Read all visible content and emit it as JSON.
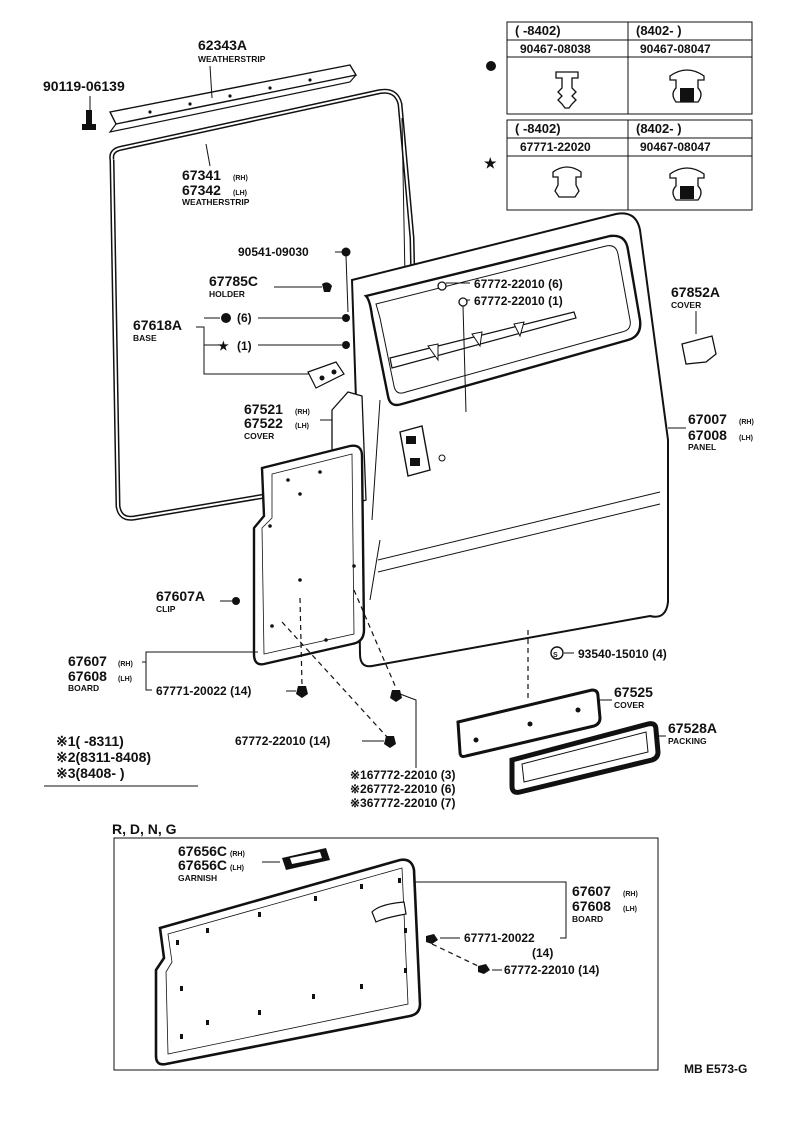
{
  "diagram": {
    "code": "MB E573-G",
    "variant_section": "R, D, N, G",
    "table_top": {
      "headers": [
        "(      -8402)",
        "(8402-        )"
      ],
      "parts": [
        "90467-08038",
        "90467-08047"
      ]
    },
    "table_bottom": {
      "headers": [
        "(      -8402)",
        "(8402-        )"
      ],
      "parts": [
        "67771-22020",
        "90467-08047"
      ]
    },
    "labels": {
      "weatherstrip_top_pn": "62343A",
      "weatherstrip_top_name": "WEATHERSTRIP",
      "bolt_pn": "90119-06139",
      "weatherstrip_pn_1": "67341",
      "weatherstrip_pn_2": "67342",
      "weatherstrip_name": "WEATHERSTRIP",
      "screw_pn": "90541-09030",
      "holder_pn": "67785C",
      "holder_name": "HOLDER",
      "base_pn": "67618A",
      "base_name": "BASE",
      "base_qty_6": "(6)",
      "base_qty_1": "(1)",
      "clip_a_pn": "67772-22010 (6)",
      "clip_b_pn": "67772-22010 (1)",
      "cover_small_pn": "67852A",
      "cover_small_name": "COVER",
      "cover_pn_1": "67521",
      "cover_pn_2": "67522",
      "cover_name": "COVER",
      "panel_pn_1": "67007",
      "panel_pn_2": "67008",
      "panel_name": "PANEL",
      "clip_pn": "67607A",
      "clip_name": "CLIP",
      "board_pn_1": "67607",
      "board_pn_2": "67608",
      "board_name": "BOARD",
      "clip_c_pn": "67771-20022 (14)",
      "clip_d_pn": "67772-22010 (14)",
      "screw_b_pn": "93540-15010 (4)",
      "cover_b_pn": "67525",
      "cover_b_name": "COVER",
      "packing_pn": "67528A",
      "packing_name": "PACKING",
      "rh": "(RH)",
      "lh": "(LH)",
      "note_1": "※1(        -8311)",
      "note_2": "※2(8311-8408)",
      "note_3": "※3(8408-          )",
      "ref_1": "※167772-22010 (3)",
      "ref_2": "※267772-22010 (6)",
      "ref_3": "※367772-22010 (7)",
      "garnish_pn_1": "67656C",
      "garnish_pn_2": "67656C",
      "garnish_name": "GARNISH",
      "board2_pn_1": "67607",
      "board2_pn_2": "67608",
      "board2_name": "BOARD",
      "clip_e_pn": "67771-20022",
      "clip_e_qty": "(14)",
      "clip_f_pn": "67772-22010 (14)"
    }
  }
}
